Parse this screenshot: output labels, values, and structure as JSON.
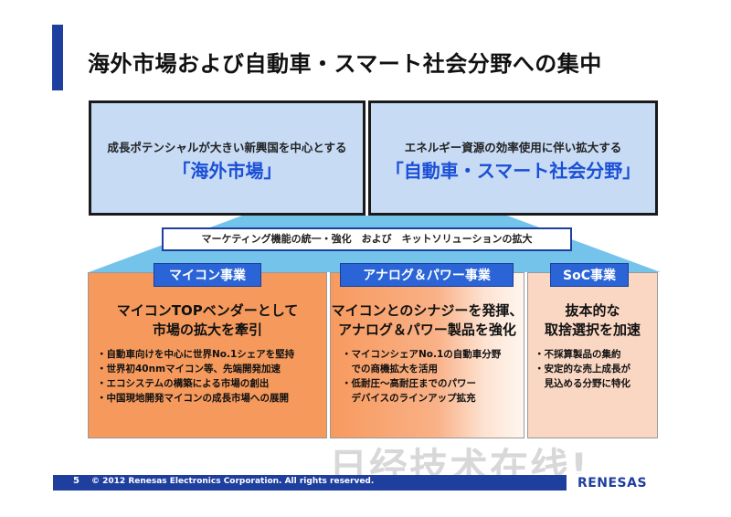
{
  "title": "海外市場および自動車・スマート社会分野への集中",
  "top_left": {
    "subtitle": "成長ポテンシャルが大きい新興国を中心とする",
    "main": "「海外市場」"
  },
  "top_right": {
    "subtitle": "エネルギー資源の効率使用に伴い拡大する",
    "main": "「自動車・スマート社会分野」"
  },
  "banner": "マーケティング機能の統一・強化　および　キットソリューションの拡大",
  "columns": [
    {
      "tag": "マイコン事業",
      "headline": [
        "マイコンTOPベンダーとして",
        "市場の拡大を牽引"
      ],
      "bullets": [
        "・自動車向けを中心に世界No.1シェアを堅持",
        "・世界初40nmマイコン等、先端開発加速",
        "・エコシステムの構築による市場の創出",
        "・中国現地開発マイコンの成長市場への展開"
      ]
    },
    {
      "tag": "アナログ＆パワー事業",
      "headline": [
        "マイコンとのシナジーを発揮、",
        "アナログ＆パワー製品を強化"
      ],
      "bullets": [
        "・マイコンシェアNo.1の自動車分野",
        "　での商機拡大を活用",
        "・低耐圧～高耐圧までのパワー",
        "　デバイスのラインアップ拡充"
      ]
    },
    {
      "tag": "SoC事業",
      "headline": [
        "抜本的な",
        "取捨選択を加速"
      ],
      "bullets": [
        "・不採算製品の集約",
        "・安定的な売上成長が",
        "　見込める分野に特化"
      ]
    }
  ],
  "watermark": "日经技术在线!",
  "footer": {
    "page": "5",
    "copyright": "© 2012 Renesas Electronics Corporation. All rights reserved.",
    "logo": "RENESAS"
  },
  "colors": {
    "accent": "#1f3f9f",
    "tag": "#2a64d6",
    "top_box": "#c7dbf5",
    "col1": "#f5995c",
    "col3": "#fad7c3"
  }
}
